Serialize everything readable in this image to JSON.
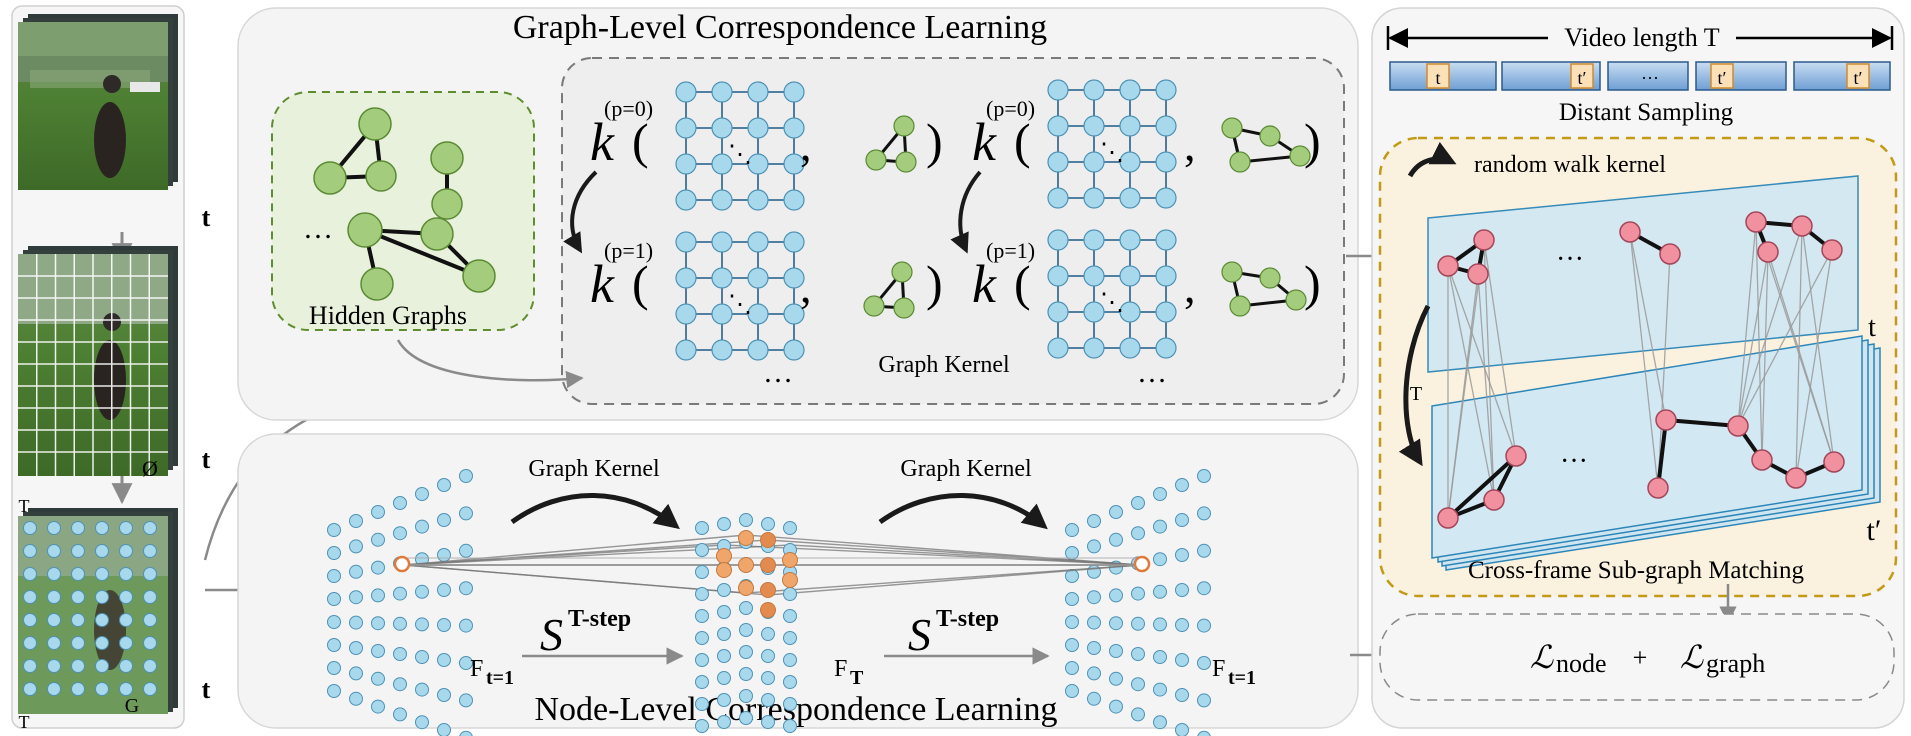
{
  "left_column": {
    "axis_label": "t",
    "time_label": "T",
    "phi_label": "Ø",
    "grid_label": "G"
  },
  "graph_level": {
    "title": "Graph-Level Correspondence Learning",
    "hidden_graphs_label": "Hidden Graphs",
    "graph_kernel_label": "Graph Kernel",
    "kernel_symbol": "k",
    "p0": "(p=0)",
    "p1": "(p=1)",
    "open_paren": "(",
    "close_paren": ")",
    "comma": ",",
    "ellipsis": "…",
    "dots": "⋱",
    "t_label": "t"
  },
  "node_level": {
    "title": "Node-Level Correspondence Learning",
    "graph_kernel_left": "Graph Kernel",
    "graph_kernel_right": "Graph Kernel",
    "s_symbol": "S",
    "s_superscript": "T-step",
    "f_symbol": "F",
    "f_t1_sub": "t=1",
    "f_T_sub": "T"
  },
  "right_panel": {
    "video_length": "Video length T",
    "frame_labels": [
      "t",
      "t′",
      "···",
      "t′",
      "t′"
    ],
    "distant_sampling": "Distant Sampling",
    "random_walk_kernel": "random walk kernel",
    "ellipsis": "···",
    "t_label": "t",
    "t_prime_label": "t′",
    "T_label": "T",
    "matching_label": "Cross-frame Sub-graph Matching"
  },
  "loss": {
    "node_symbol": "ℒ",
    "node_sub": "node",
    "plus": "+",
    "graph_symbol": "ℒ",
    "graph_sub": "graph"
  },
  "colors": {
    "node_fill": "#a8d8ec",
    "node_stroke": "#4d92b5",
    "graph_node_fill": "#a3cd7c",
    "graph_node_stroke": "#5b8a34",
    "pink_node": "#f1909e",
    "orange_node": "#f0a66a",
    "panel_bg": "#f4f4f4",
    "hidden_bg": "#e9f2df",
    "match_bg": "#faf1de"
  }
}
